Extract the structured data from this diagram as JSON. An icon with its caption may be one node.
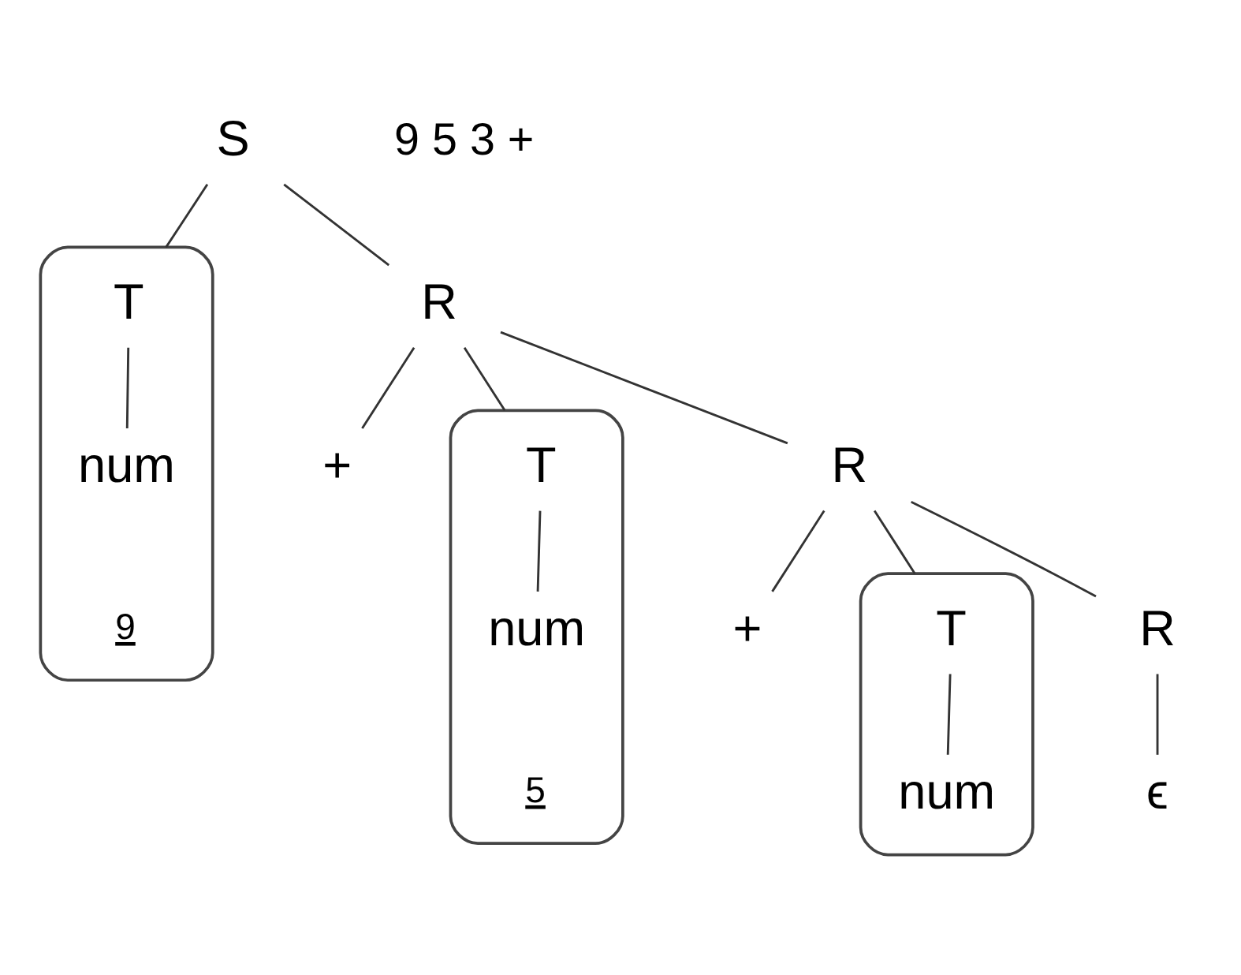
{
  "diagram": {
    "nodes": [
      {
        "text": [
          "S"
        ]
      },
      {
        "text": [],
        "shape": "box",
        "beside": [
          "9"
        ]
      },
      {
        "text": [
          "T"
        ],
        "in": 1
      },
      {
        "text": [
          "num"
        ],
        "in": 1
      },
      {
        "text": [
          "R"
        ]
      },
      {
        "text": [
          "+"
        ]
      },
      {
        "text": [],
        "shape": "box",
        "beside": [
          "5"
        ]
      },
      {
        "text": [
          "T"
        ],
        "in": 6
      },
      {
        "text": [
          "num"
        ],
        "in": 6
      },
      {
        "text": [
          "R"
        ]
      },
      {
        "text": [
          "+"
        ]
      },
      {
        "text": [],
        "shape": "box"
      },
      {
        "text": [
          "T"
        ],
        "in": 11
      },
      {
        "text": [
          "num"
        ],
        "in": 11
      },
      {
        "text": [
          "R"
        ]
      },
      {
        "text": [
          "ϵ"
        ]
      }
    ],
    "edges": [
      {
        "from": 0,
        "to": 1,
        "arrow": "none"
      },
      {
        "from": 0,
        "to": 4,
        "arrow": "none"
      },
      {
        "from": 2,
        "to": 3,
        "arrow": "none"
      },
      {
        "from": 4,
        "to": 5,
        "arrow": "none"
      },
      {
        "from": 4,
        "to": 6,
        "arrow": "none"
      },
      {
        "from": 4,
        "to": 9,
        "arrow": "none"
      },
      {
        "from": 7,
        "to": 8,
        "arrow": "none"
      },
      {
        "from": 9,
        "to": 10,
        "arrow": "none"
      },
      {
        "from": 9,
        "to": 11,
        "arrow": "none"
      },
      {
        "from": 9,
        "to": 14,
        "arrow": "none"
      },
      {
        "from": 12,
        "to": 13,
        "arrow": "none"
      },
      {
        "from": 14,
        "to": 15,
        "arrow": "none"
      }
    ],
    "labels": [
      "9 5 3 +"
    ]
  }
}
